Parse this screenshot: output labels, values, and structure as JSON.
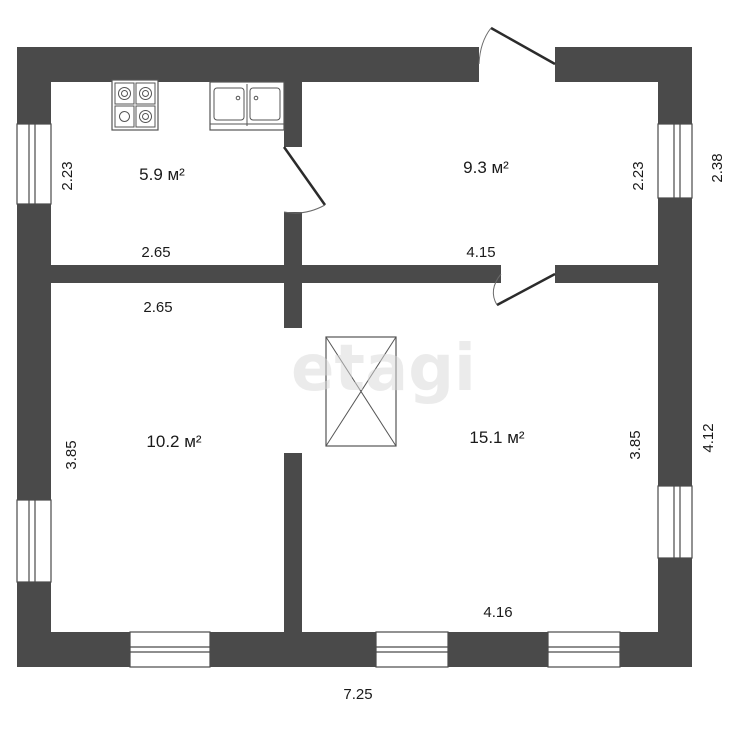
{
  "watermark": "etagi",
  "rooms": {
    "kitchen": {
      "area": "5.9 м²",
      "width_label": "2.65",
      "height_label": "2.23"
    },
    "room_top_right": {
      "area": "9.3 м²",
      "width_label": "4.15",
      "height_label": "2.23"
    },
    "room_bottom_left": {
      "area": "10.2 м²",
      "width_label": "2.65",
      "height_label": "3.85"
    },
    "room_bottom_right": {
      "area": "15.1 м²",
      "width_label": "4.16",
      "height_label": "3.85"
    }
  },
  "outer_dimensions": {
    "total_width": "7.25",
    "right_upper_height": "2.38",
    "right_lower_height": "4.12"
  },
  "fixtures": [
    "stove-icon",
    "double-sink-icon",
    "stair-hatch-icon"
  ]
}
